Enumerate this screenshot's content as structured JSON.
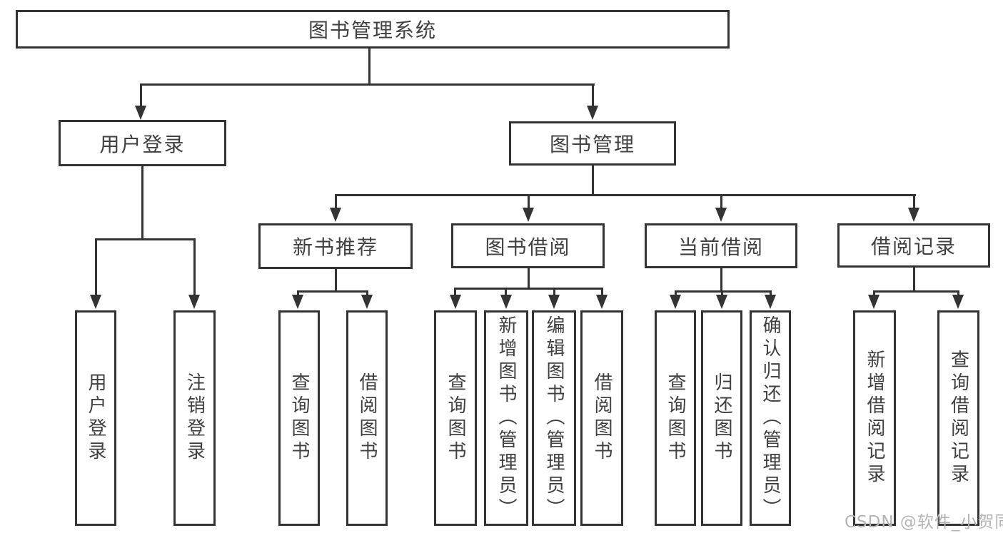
{
  "diagram": {
    "root": "图书管理系统",
    "level2": {
      "user_login": "用户登录",
      "book_mgmt": "图书管理"
    },
    "level3": {
      "new_book_rec": "新书推荐",
      "book_borrow": "图书借阅",
      "current_borrow": "当前借阅",
      "borrow_record": "借阅记录"
    },
    "leaves": {
      "user_login_1": "用户登录",
      "user_login_2": "注销登录",
      "rec_1": "查询图书",
      "rec_2": "借阅图书",
      "bb_1": "查询图书",
      "bb_2": "新增图书（管理员）",
      "bb_3": "编辑图书（管理员）",
      "bb_4": "借阅图书",
      "cb_1": "查询图书",
      "cb_2": "归还图书",
      "cb_3": "确认归还（管理员）",
      "br_1": "新增借阅记录",
      "br_2": "查询借阅记录"
    },
    "structure": {
      "图书管理系统": {
        "用户登录": [
          "用户登录",
          "注销登录"
        ],
        "图书管理": {
          "新书推荐": [
            "查询图书",
            "借阅图书"
          ],
          "图书借阅": [
            "查询图书",
            "新增图书（管理员）",
            "编辑图书（管理员）",
            "借阅图书"
          ],
          "当前借阅": [
            "查询图书",
            "归还图书",
            "确认归还（管理员）"
          ],
          "借阅记录": [
            "新增借阅记录",
            "查询借阅记录"
          ]
        }
      }
    },
    "colors": {
      "line": "#333333",
      "text": "#404040",
      "watermark_text": "#b4b4b4",
      "background": "#ffffff"
    },
    "watermark": "CSDN @软件_小贺同学"
  }
}
